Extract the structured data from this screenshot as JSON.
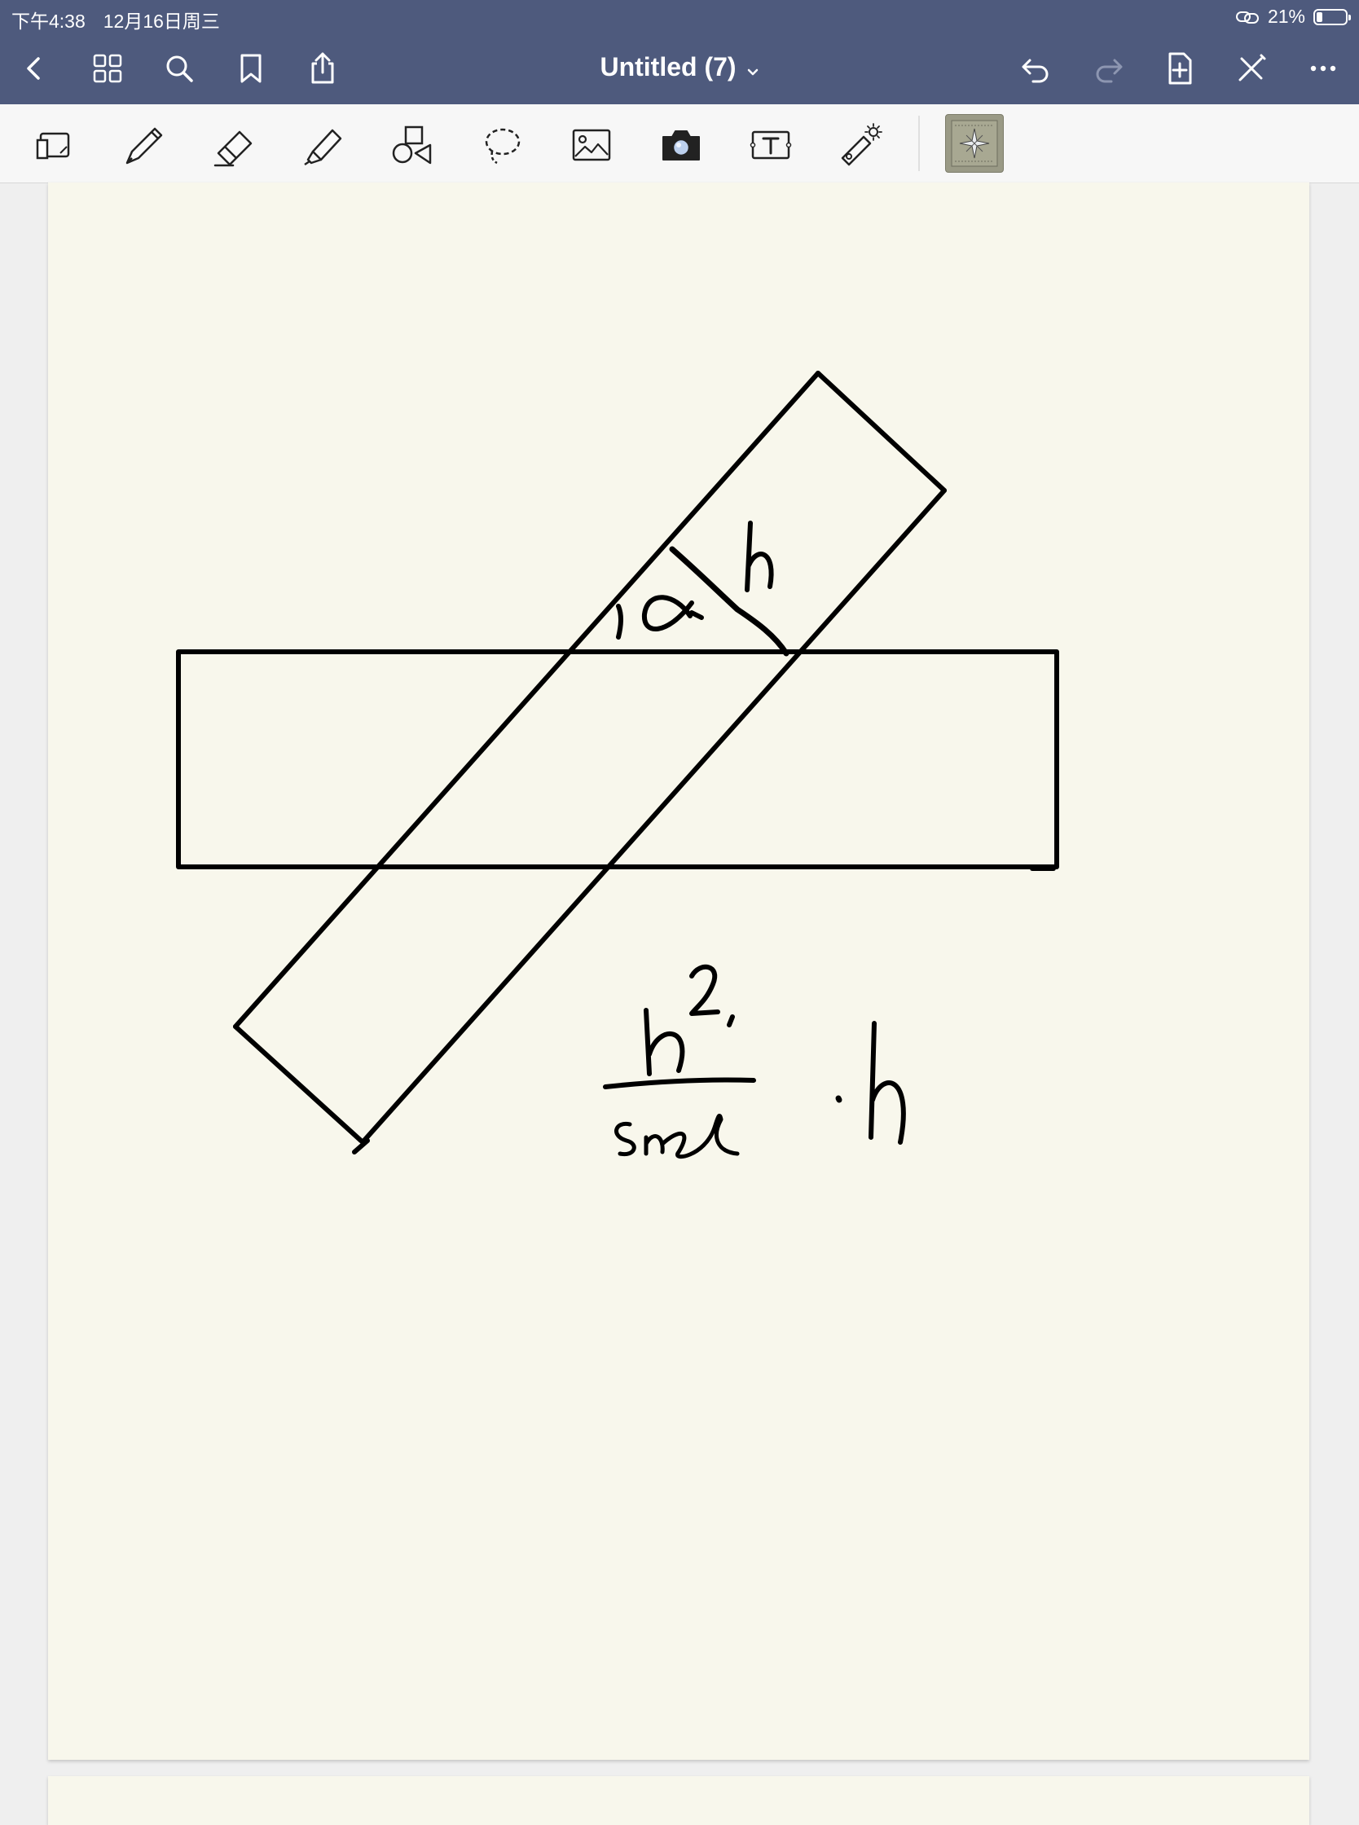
{
  "status": {
    "time": "下午4:38",
    "date": "12月16日周三",
    "battery_percent": "21%",
    "battery_level": 0.21
  },
  "nav": {
    "title": "Untitled (7)",
    "icons": [
      "chevron-left-icon",
      "grid-icon",
      "search-icon",
      "bookmark-icon",
      "share-icon",
      "undo-icon",
      "redo-icon",
      "add-page-icon",
      "close-pen-icon",
      "more-icon"
    ]
  },
  "toolbar": {
    "tools": [
      "read-mode-icon",
      "pen-icon",
      "eraser-icon",
      "highlighter-icon",
      "shapes-icon",
      "lasso-icon",
      "image-icon",
      "camera-icon",
      "text-icon",
      "laser-pointer-icon"
    ],
    "colors": {
      "bar": "#4e5a7d",
      "paper": "#f8f7ec",
      "ink": "#000000"
    }
  }
}
